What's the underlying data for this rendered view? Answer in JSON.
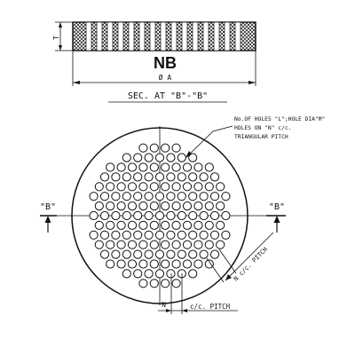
{
  "section": {
    "nb_label": "NB",
    "thickness_label": "T",
    "diameter_label": "Ø A",
    "title": "SEC. AT \"B\"-\"B\""
  },
  "plate": {
    "callout_lines": [
      "No.OF HOLES \"L\";HOLE DIA\"M\"",
      "HOLES ON \"N\" c/c.",
      "TRIANGULAR PITCH"
    ],
    "section_mark_left": "\"B\"",
    "section_mark_right": "\"B\"",
    "pitch_diagonal_label": "N c/c. PITCH",
    "pitch_bottom_n": "N",
    "pitch_bottom_label": "c/c. PITCH"
  },
  "colors": {
    "ink": "#111111",
    "paper": "#ffffff"
  }
}
